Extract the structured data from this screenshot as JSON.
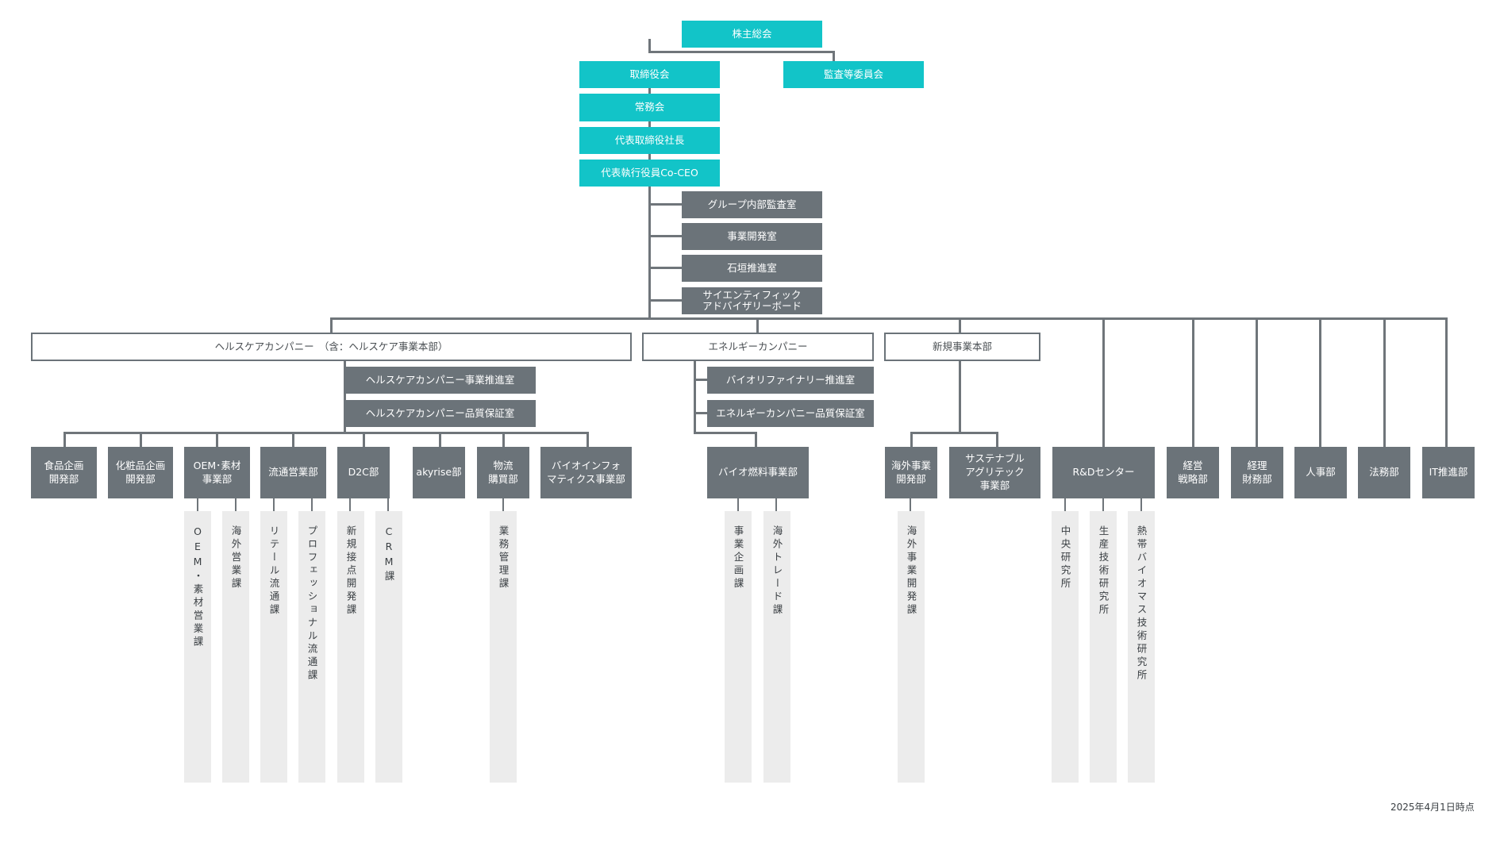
{
  "as_of_date": "2025年4月1日時点",
  "colors": {
    "governance": "#12c4c8",
    "unit": "#6b7379",
    "connector": "#6f757a",
    "section": "#ececec"
  },
  "governance": {
    "shareholders": "株主総会",
    "board": "取締役会",
    "audit_committee": "監査等委員会",
    "executive_committee": "常務会",
    "president": "代表取締役社長",
    "co_ceo": "代表執行役員Co-CEO"
  },
  "staff_offices": [
    "グループ内部監査室",
    "事業開発室",
    "石垣推進室",
    "サイエンティフィック\nアドバイザリーボード"
  ],
  "healthcare": {
    "title": "ヘルスケアカンパニー　（含：ヘルスケア事業本部）",
    "offices": [
      "ヘルスケアカンパニー事業推進室",
      "ヘルスケアカンパニー品質保証室"
    ],
    "departments": [
      "食品企画\n開発部",
      "化粧品企画\n開発部",
      "OEM･素材\n事業部",
      "流通営業部",
      "D2C部",
      "akyrise部",
      "物流\n購買部",
      "バイオインフォ\nマティクス事業部"
    ]
  },
  "energy": {
    "title": "エネルギーカンパニー",
    "offices": [
      "バイオリファイナリー推進室",
      "エネルギーカンパニー品質保証室"
    ],
    "departments": [
      "バイオ燃料事業部"
    ]
  },
  "new_business": {
    "title": "新規事業本部",
    "departments": [
      "海外事業\n開発部",
      "サステナブル\nアグリテック\n事業部"
    ]
  },
  "corporate_departments": [
    "R&Dセンター",
    "経営\n戦略部",
    "経理\n財務部",
    "人事部",
    "法務部",
    "IT推進部"
  ],
  "sections": [
    "OEM・素材営業課",
    "海外営業課",
    "リテール流通課",
    "プロフェッショナル流通課",
    "新規接点開発課",
    "CRM課",
    "業務管理課",
    "事業企画課",
    "海外トレード課",
    "海外事業開発課",
    "中央研究所",
    "生産技術研究所",
    "熱帯バイオマス技術研究所"
  ]
}
